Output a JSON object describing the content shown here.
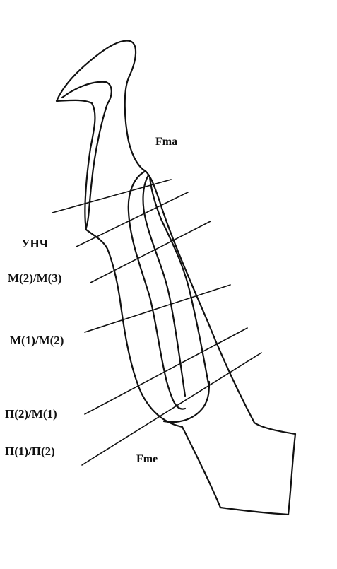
{
  "labels": {
    "fma": "Fma",
    "fme": "Fme",
    "unch": "УНЧ",
    "m2_m3": "М(2)/М(3)",
    "m1_m2": "М(1)/М(2)",
    "p2_m1": "П(2)/М(1)",
    "p1_p2": "П(1)/П(2)"
  },
  "colors": {
    "ink": "#111111",
    "background": "#ffffff"
  }
}
